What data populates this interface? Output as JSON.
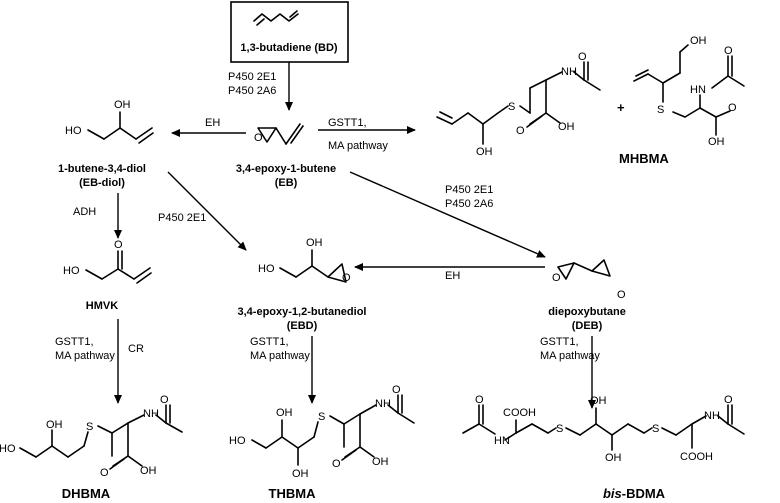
{
  "compounds": {
    "bd": "1,3-butadiene (BD)",
    "eb_name": "3,4-epoxy-1-butene",
    "eb_abbr": "(EB)",
    "ebdiol_name": "1-butene-3,4-diol",
    "ebdiol_abbr": "(EB-diol)",
    "hmvk": "HMVK",
    "ebd_name": "3,4-epoxy-1,2-butanediol",
    "ebd_abbr": "(EBD)",
    "deb_name": "diepoxybutane",
    "deb_abbr": "(DEB)",
    "mhbma": "MHBMA",
    "dhbma": "DHBMA",
    "thbma": "THBMA",
    "bisbdma_italic": "bis",
    "bisbdma_rest": "-BDMA",
    "plus": "+"
  },
  "enzymes": {
    "p450_2e1": "P450 2E1",
    "p450_2a6": "P450 2A6",
    "eh": "EH",
    "gstt1": "GSTT1,",
    "ma_pathway": "MA pathway",
    "adh": "ADH",
    "cr": "CR"
  },
  "atoms": {
    "oh": "OH",
    "ho": "HO",
    "o": "O",
    "s": "S",
    "nh": "NH",
    "hn": "HN",
    "cooh": "COOH"
  }
}
